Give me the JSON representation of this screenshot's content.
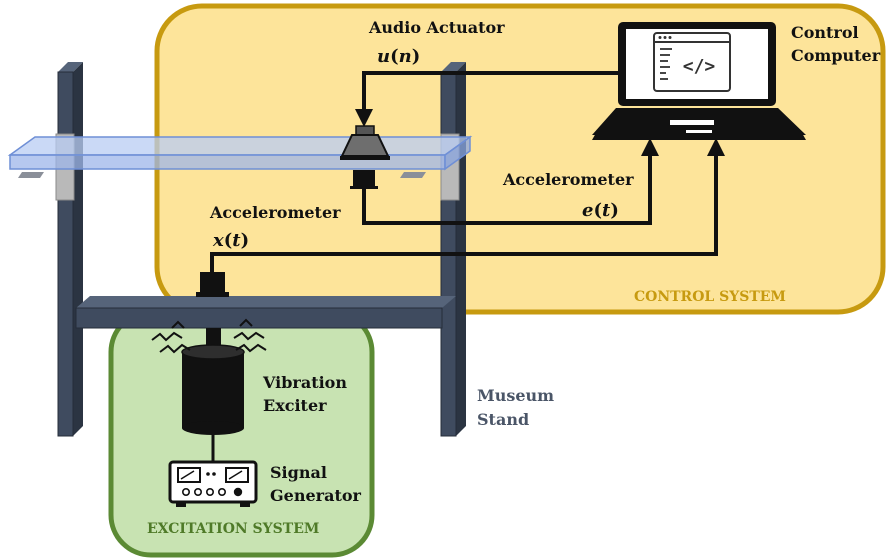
{
  "labels": {
    "audio_actuator": "Audio Actuator",
    "actuator_signal": {
      "var": "u",
      "arg": "n"
    },
    "control_computer_line1": "Control",
    "control_computer_line2": "Computer",
    "accelerometer_error": "Accelerometer",
    "error_signal": {
      "var": "e",
      "arg": "t"
    },
    "accelerometer_ref": "Accelerometer",
    "ref_signal": {
      "var": "x",
      "arg": "t"
    },
    "control_system": "CONTROL SYSTEM",
    "vibration_exciter_line1": "Vibration",
    "vibration_exciter_line2": "Exciter",
    "museum_stand_line1": "Museum",
    "museum_stand_line2": "Stand",
    "signal_generator_line1": "Signal",
    "signal_generator_line2": "Generator",
    "excitation_system": "EXCITATION SYSTEM",
    "code_symbol": "</>"
  },
  "colors": {
    "control_fill": "#fde49a",
    "control_stroke": "#c79a10",
    "excitation_fill": "#c8e3b2",
    "excitation_stroke": "#5b8a34",
    "stand": "#3f4b5f",
    "stand_dark": "#2b3442",
    "glass": "#9db6ea",
    "wire": "#111111"
  },
  "icons": [
    "laptop-icon",
    "code-window-icon",
    "speaker-icon",
    "accelerometer-icon",
    "vibration-exciter-icon",
    "signal-generator-icon",
    "vibration-lines-icon"
  ]
}
